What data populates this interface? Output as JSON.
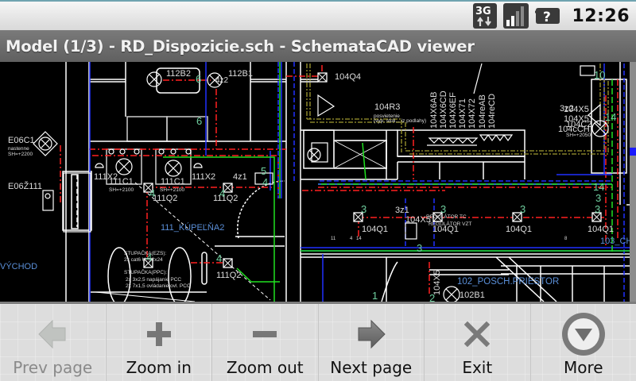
{
  "status_bar": {
    "network_type": "3G",
    "signal_icon": "signal-bars-icon",
    "unknown_sim_icon": "question-mark-icon",
    "time": "12:26"
  },
  "title_bar": {
    "title": "Model (1/3) - RD_Dispozicie.sch - SchemataCAD viewer"
  },
  "drawing": {
    "background": "#000000",
    "colors": {
      "wall": "#ffffff",
      "red_line": "#ff2020",
      "blue_line": "#2030ff",
      "green_line": "#20e020",
      "olive_line": "#a09a30",
      "light_blue_text": "#5a8fd8",
      "green_text": "#6fcf9f",
      "label_text": "#dddddd"
    },
    "labels": {
      "l112B2": "112B2",
      "l112B1": "112B1",
      "l4z2": "4z2",
      "l6a": "6",
      "l6b": "6",
      "lE06C1": "E06C1",
      "lnastenne": "nastenne",
      "lSH2200": "SH=+2200",
      "lE06Z111": "E06Ž111",
      "l111X2a": "111X2",
      "l111X2b": "111X2",
      "l111C1a": "111C1",
      "l111C1b": "111C1",
      "lSH2100a": "SH=+2100",
      "lSH2100b": "SH=+2100",
      "l4z1": "4z1",
      "l5": "5",
      "l4a": "4",
      "l4b": "4",
      "l4c": "4",
      "l4d": "4",
      "l4e": "4",
      "l111Q2a": "111Q2",
      "l111Q2b": "111Q2",
      "l111Q2c": "111Q2",
      "lKUPELNA2": "111_KÚPEĽŇA2",
      "lVYCHOD": "VÝCHOD",
      "lSTUPACKA1": "STUPAČKA(EZS):",
      "lSTUPACKA1b": "2x cat6 U... 2x24",
      "lSTUPACKA2": "STUPAČKA(PPC):",
      "lSTUPACKA2b": "2x 3x2,5 napájanie PCC",
      "lSTUPACKA2c": "2x 7x1,5 ovládanie ovl. PCC",
      "l104Q4": "104Q4",
      "l104R3": "104R3",
      "lposvietenie": "posvietenie",
      "lposv2": "(vyp. stoli... iz podlahy)",
      "lv1": "104X6AB",
      "lv2": "104X6CD",
      "lv3": "104X6EF",
      "lv4": "104X71",
      "lv5": "104X72",
      "lv6": "104reAB",
      "lv7": "104reCD",
      "l3z2": "3z2",
      "l10": "10",
      "l104X5a": "104X5",
      "l104X5b": "104X5",
      "l104C2": "104C2",
      "l104CCH": "104cCH",
      "lSH2050": "SH=+2050",
      "l14a": "14",
      "l14b": "14",
      "l3a": "3",
      "l3b": "3",
      "l3c": "3",
      "l3d": "3",
      "l3e": "3",
      "l3f": "3",
      "l3g": "3",
      "l3z1": "3z1",
      "l104X5c": "104X5",
      "lREG1": "REGULÁTOR TC",
      "lREG2": "REGULÁTOR VZT",
      "l104Q1a": "104Q1",
      "l104Q1b": "104Q1",
      "l104Q1c": "104Q1",
      "l104Q1d": "104Q1",
      "l103CH": "103_CH",
      "l102POSCH": "102_POSCH.PRIESTOR",
      "l102B1": "102B1",
      "l104X5v": "104X5",
      "l11": "11",
      "l4s": "4",
      "l14s": "14",
      "l8s": "8",
      "l1": "1",
      "l2": "2"
    }
  },
  "scrollbar": {
    "thumb_color": "#1a1aff"
  },
  "menu": {
    "items": [
      {
        "label": "Prev page",
        "icon": "arrow-left-icon",
        "enabled": false
      },
      {
        "label": "Zoom in",
        "icon": "plus-icon",
        "enabled": true
      },
      {
        "label": "Zoom out",
        "icon": "minus-icon",
        "enabled": true
      },
      {
        "label": "Next page",
        "icon": "arrow-right-icon",
        "enabled": true
      },
      {
        "label": "Exit",
        "icon": "close-icon",
        "enabled": true
      },
      {
        "label": "More",
        "icon": "more-circle-icon",
        "enabled": true
      }
    ]
  }
}
